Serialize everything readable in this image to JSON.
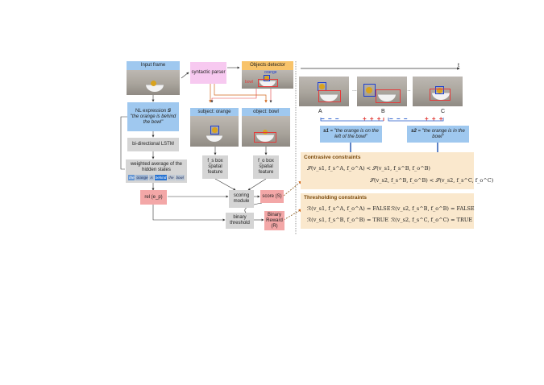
{
  "input_frame": {
    "label": "Input frame"
  },
  "parser": {
    "label": "syntactic parser"
  },
  "detector": {
    "label": "Objects detector",
    "tag_orange": "orange",
    "tag_bowl": "bowl"
  },
  "nl_expression": {
    "label": "NL expression 𝑺",
    "text": "\"the orange is behind the bowl\""
  },
  "lstm": {
    "label": "bi-directional LSTM"
  },
  "weighted": {
    "label": "weighted average of the hidden states"
  },
  "attention_tokens": [
    {
      "word": "the",
      "strength": 0.6
    },
    {
      "word": "orange",
      "strength": 0.3
    },
    {
      "word": "is",
      "strength": 0.2
    },
    {
      "word": "behind",
      "strength": 0.95
    },
    {
      "word": "the",
      "strength": 0.1
    },
    {
      "word": "bowl",
      "strength": 0.15
    }
  ],
  "rel": {
    "label": "rel (e_p)"
  },
  "subject": {
    "label": "subject: orange"
  },
  "object": {
    "label": "object: bowl"
  },
  "fs_feature": {
    "label": "f_s box spatial feature"
  },
  "fo_feature": {
    "label": "f_o box spatial feature"
  },
  "scoring": {
    "label": "scoring module"
  },
  "score": {
    "label": "score (S)"
  },
  "binary": {
    "label": "binary threshold"
  },
  "reward": {
    "label": "Binary Reward (R)"
  },
  "timeline": {
    "t_label": "t",
    "points": [
      "A",
      "B",
      "C"
    ],
    "neg": "− − −",
    "pos": "+ + +"
  },
  "s1": {
    "label": "s1",
    "text": "= \"the orange is on the left of the bowl\""
  },
  "s2": {
    "label": "s2",
    "text": "= \"the orange is in the bowl\""
  },
  "contrastive": {
    "title": "Contrasive constraints",
    "eq1": "𝒮(v_s1, f_s^A, f_o^A) < 𝒮(v_s1, f_s^B, f_o^B)",
    "eq2": "𝒮(v_s2, f_s^B, f_o^B) < 𝒮(v_s2, f_s^C, f_o^C)"
  },
  "thresholding": {
    "title": "Thresholding constraints",
    "eq1": "ℛ(v_s1, f_s^A, f_o^A) = FALSE",
    "eq2": "ℛ(v_s2, f_s^B, f_o^B) = FALSE",
    "eq3": "ℛ(v_s1, f_s^B, f_o^B) = TRUE",
    "eq4": "ℛ(v_s2, f_s^C, f_o^C) = TRUE"
  }
}
